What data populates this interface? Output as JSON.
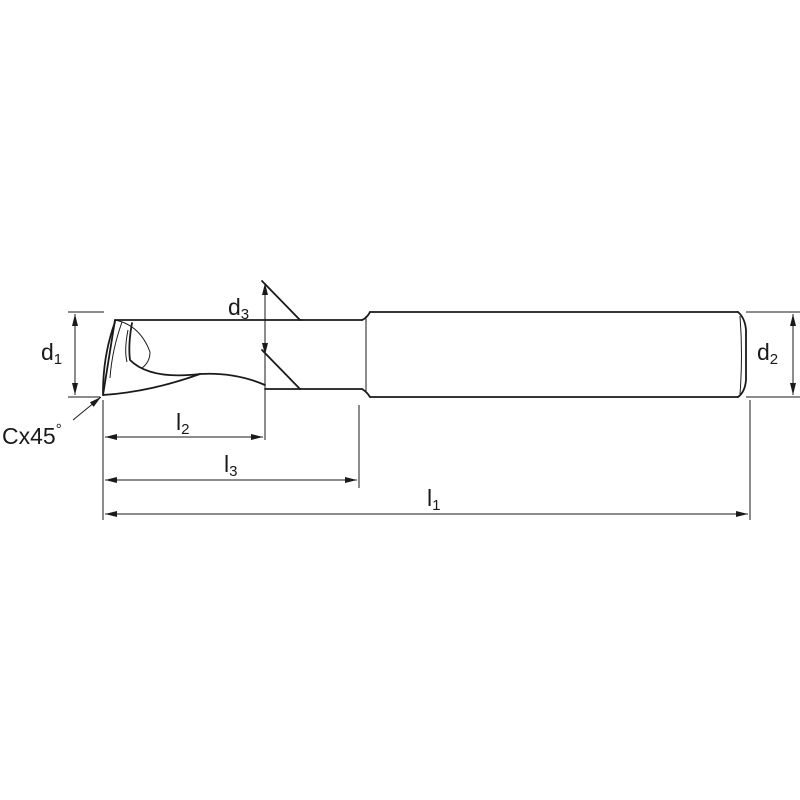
{
  "labels": {
    "d1": {
      "main": "d",
      "sub": "1"
    },
    "d2": {
      "main": "d",
      "sub": "2"
    },
    "d3": {
      "main": "d",
      "sub": "3"
    },
    "l1": {
      "main": "l",
      "sub": "1"
    },
    "l2": {
      "main": "l",
      "sub": "2"
    },
    "l3": {
      "main": "l",
      "sub": "3"
    },
    "chamfer": {
      "main": "Cx45",
      "degree": "°"
    }
  },
  "colors": {
    "line": "#1a1a1a",
    "background": "#ffffff"
  }
}
